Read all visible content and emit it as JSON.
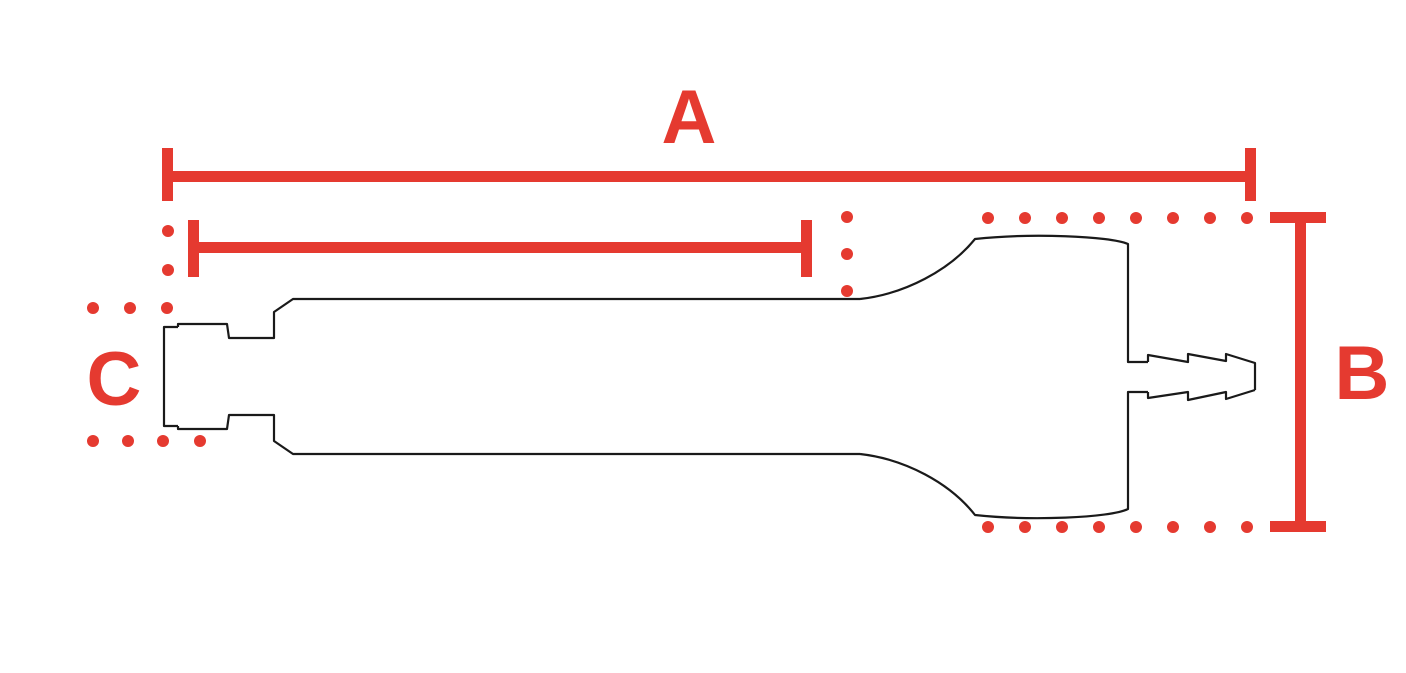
{
  "dimensions": {
    "a_label": "A",
    "b_label": "B",
    "c_label": "C"
  },
  "colors": {
    "accent": "#e53a30",
    "outline": "#1a1a1a",
    "background": "#ffffff"
  }
}
